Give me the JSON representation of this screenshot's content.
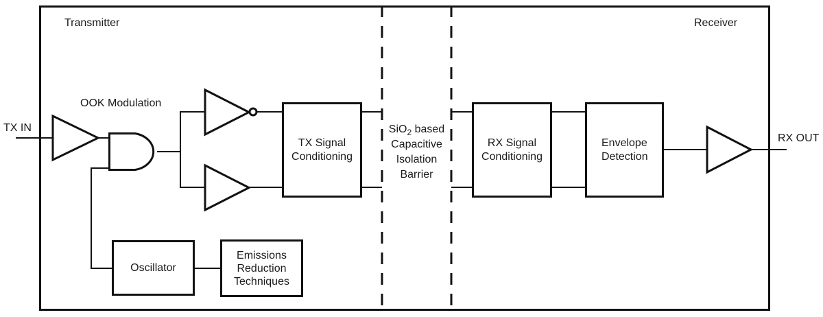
{
  "colors": {
    "ink": "#121212",
    "text": "#1a1a1a",
    "background": "#ffffff"
  },
  "regions": {
    "transmitter": "Transmitter",
    "receiver": "Receiver"
  },
  "ports": {
    "tx_in": "TX IN",
    "rx_out": "RX OUT"
  },
  "annotations": {
    "ook_modulation": "OOK\nModulation"
  },
  "blocks": {
    "tx_signal_conditioning": "TX Signal\nConditioning",
    "rx_signal_conditioning": "RX Signal\nConditioning",
    "envelope_detection": "Envelope\nDetection",
    "oscillator": "Oscillator",
    "emissions_reduction": "Emissions\nReduction\nTechniques"
  },
  "isolation_barrier": {
    "line1_pre": "SiO",
    "line1_sub": "2",
    "line1_post": " based",
    "line2": "Capacitive",
    "line3": "Isolation",
    "line4": "Barrier"
  }
}
